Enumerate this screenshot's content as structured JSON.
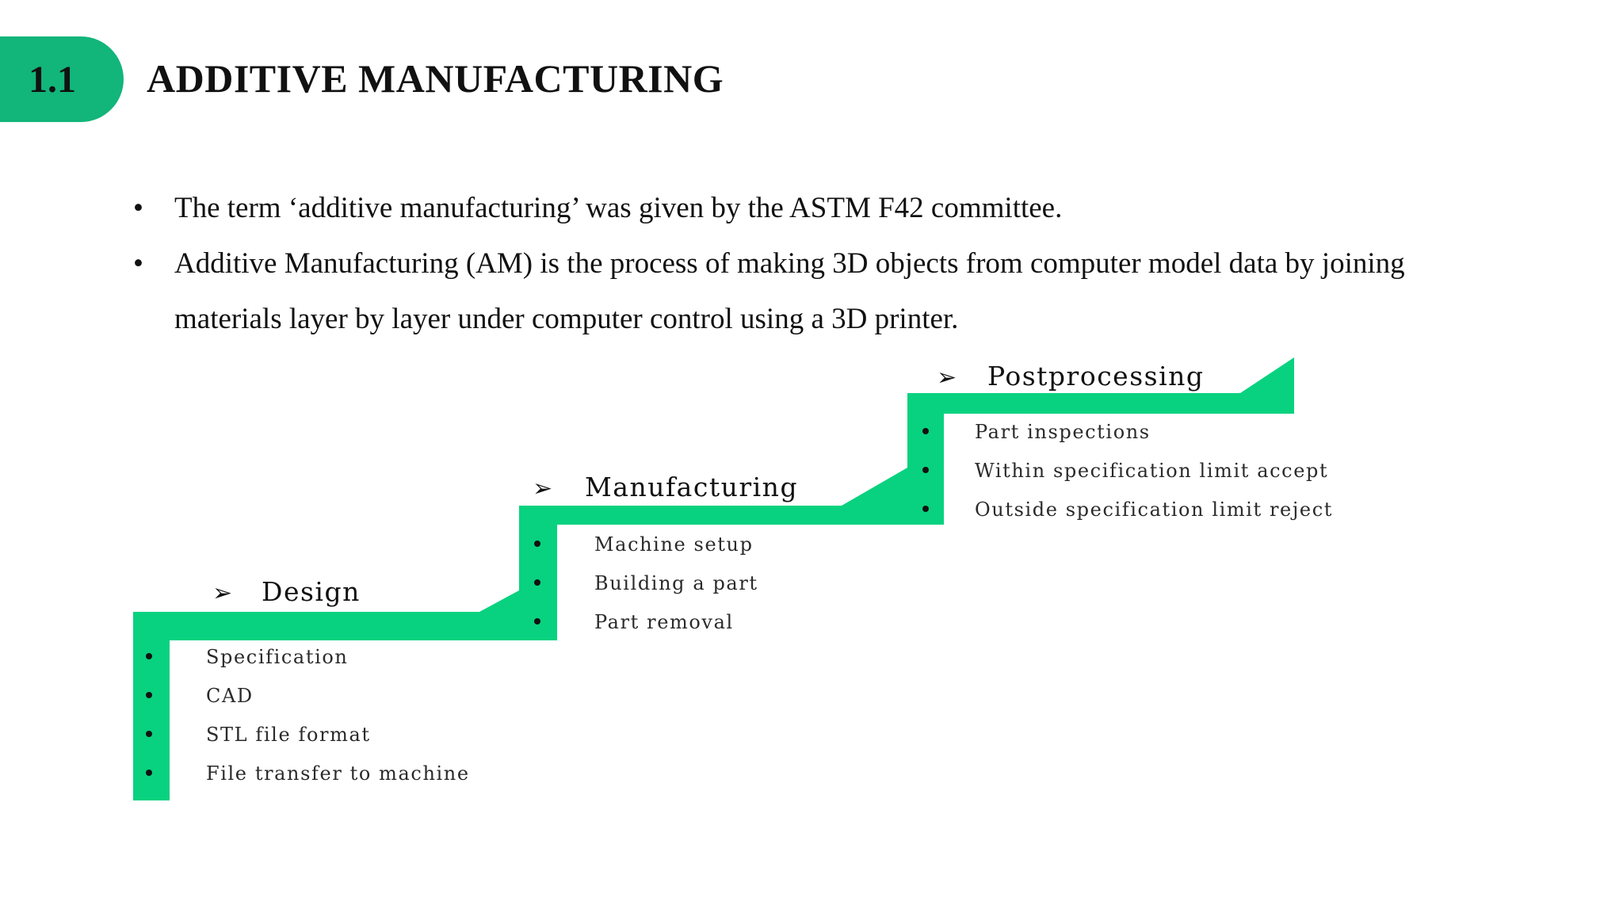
{
  "slide": {
    "section_number": "1.1",
    "title": "ADDITIVE MANUFACTURING",
    "bullet_char": "•",
    "bullets": [
      "The term ‘additive manufacturing’ was given by the ASTM F42 committee.",
      "Additive Manufacturing (AM) is the process of making 3D objects from computer model data by joining materials layer by layer under computer control using a 3D printer."
    ]
  },
  "colors": {
    "accent": "#12b57a",
    "stair_green": "#08d27f"
  },
  "diagram": {
    "arrow_char": "➢",
    "stages": [
      {
        "title": "Design",
        "steps": [
          "Specification",
          "CAD",
          "STL file format",
          "File transfer to machine"
        ]
      },
      {
        "title": "Manufacturing",
        "steps": [
          "Machine setup",
          "Building a part",
          "Part removal"
        ]
      },
      {
        "title": "Postprocessing",
        "steps": [
          "Part inspections",
          "Within specification limit accept",
          "Outside specification limit reject"
        ]
      }
    ]
  }
}
